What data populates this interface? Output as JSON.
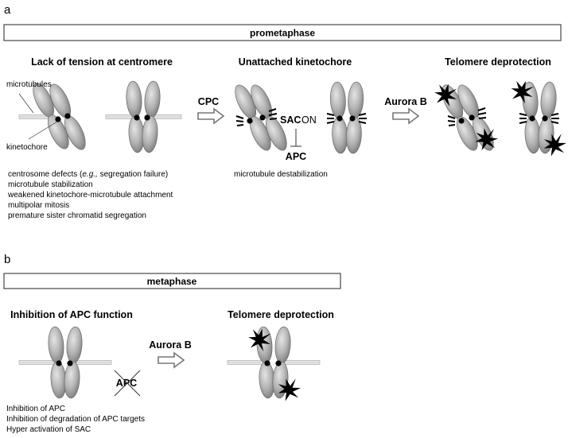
{
  "panel_a": {
    "letter": "a",
    "phase": "prometaphase",
    "sections": [
      {
        "title": "Lack of tension at centromere"
      },
      {
        "title": "Unattached kinetochore"
      },
      {
        "title": "Telomere deprotection"
      }
    ],
    "labels": {
      "microtubules": "microtubules",
      "kinetochore": "kinetochore",
      "cpc": "CPC",
      "sac": "SAC",
      "on": "ON",
      "apc": "APC",
      "aurora_b": "Aurora B"
    },
    "notes_left": [
      {
        "pre": "centrosome defects (",
        "em": "e.g.,",
        "post": " segregation failure)"
      },
      {
        "pre": "microtubule stabilization",
        "em": "",
        "post": ""
      },
      {
        "pre": "weakened kinetochore-microtubule attachment",
        "em": "",
        "post": ""
      },
      {
        "pre": "multipolar mitosis",
        "em": "",
        "post": ""
      },
      {
        "pre": "premature sister chromatid segregation",
        "em": "",
        "post": ""
      }
    ],
    "notes_mid": [
      "microtubule destabilization"
    ]
  },
  "panel_b": {
    "letter": "b",
    "phase": "metaphase",
    "sections": [
      {
        "title": "Inhibition of APC function"
      },
      {
        "title": "Telomere deprotection"
      }
    ],
    "labels": {
      "aurora_b": "Aurora B",
      "apc": "APC"
    },
    "notes": [
      "Inhibition of APC",
      "Inhibition of degradation of APC targets",
      "Hyper activation of SAC"
    ]
  },
  "colors": {
    "chromatid_light": "#d2d2d2",
    "chromatid_dark": "#8a8a8a",
    "arrow": "#888888",
    "microtubule": "#aaaaaa"
  }
}
